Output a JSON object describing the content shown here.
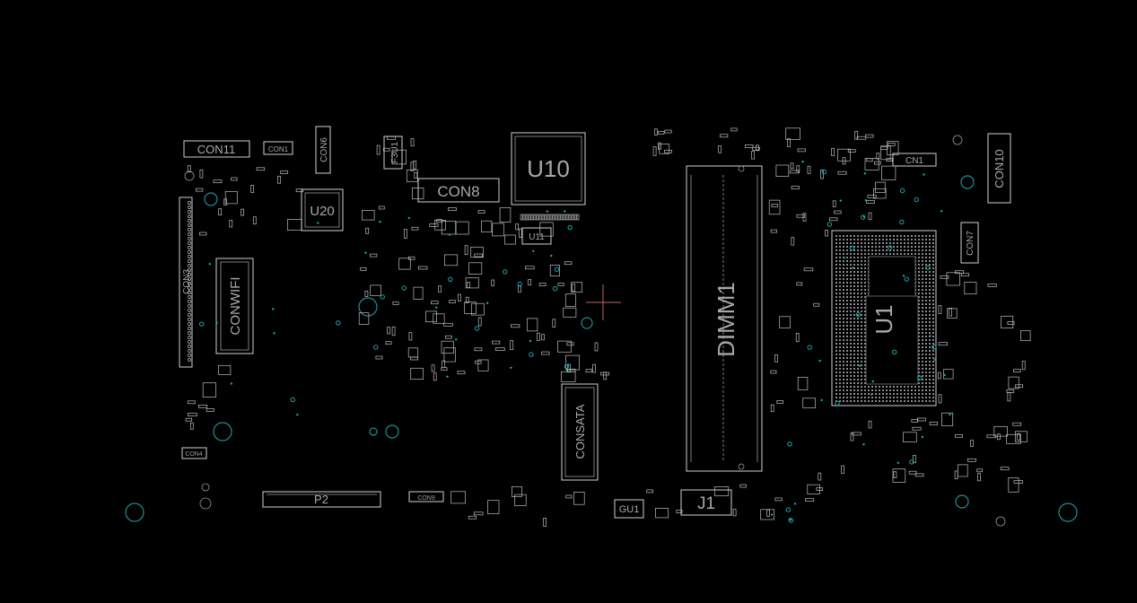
{
  "canvas": {
    "background": "#000000",
    "outline_color": "#cfcfcf",
    "via_color": "#1fa6a6",
    "cursor_color": "#b06a6a"
  },
  "components": {
    "con11": "CON11",
    "con1_small": "CON1",
    "con6": "CON6",
    "f3u1": "F3U1",
    "con8": "CON8",
    "u10": "U10",
    "u11": "U11",
    "u20": "U20",
    "con3": "CON3",
    "conwifi": "CONWIFI",
    "dimm1": "DIMM1",
    "cn1": "CN1",
    "con10": "CON10",
    "con7": "CON7",
    "u1": "U1",
    "consata": "CONSATA",
    "p2": "P2",
    "con9": "CON9",
    "gu1": "GU1",
    "j1": "J1",
    "con4": "CON4"
  }
}
